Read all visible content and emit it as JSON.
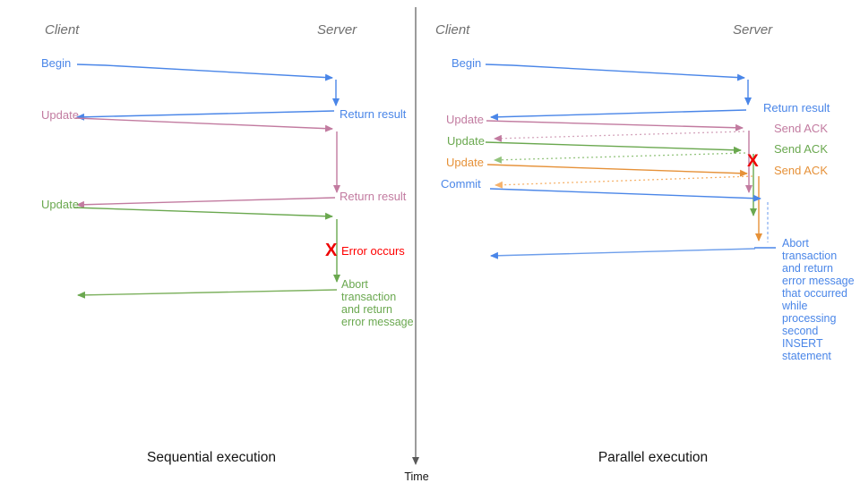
{
  "palette": {
    "blue": "#4a86e8",
    "blue_light": "#8ab0f0",
    "pink": "#c27ba0",
    "pink_light": "#d5a6bd",
    "green": "#6aa84f",
    "green_light": "#93c47d",
    "orange": "#e69138",
    "orange_light": "#f6b26b",
    "red": "#ee0000",
    "axis_gray": "#595959",
    "header_gray": "#6f6f6f"
  },
  "left": {
    "title": "Sequential execution",
    "client": "Client",
    "server": "Server",
    "begin": "Begin",
    "return_result_1": "Return result",
    "update_1": "Update",
    "return_result_2": "Return result",
    "update_2": "Update",
    "error_mark": "X",
    "error_label": "Error occurs",
    "abort_note": "Abort transaction and return error message"
  },
  "right": {
    "title": "Parallel execution",
    "client": "Client",
    "server": "Server",
    "begin": "Begin",
    "return_result": "Return result",
    "update_1": "Update",
    "send_ack_1": "Send ACK",
    "update_2": "Update",
    "send_ack_2": "Send ACK",
    "update_3": "Update",
    "send_ack_3": "Send ACK",
    "commit": "Commit",
    "error_mark": "X",
    "abort_note": "Abort transaction and return error message that occurred while processing second INSERT statement"
  },
  "time_axis": {
    "label": "Time"
  }
}
